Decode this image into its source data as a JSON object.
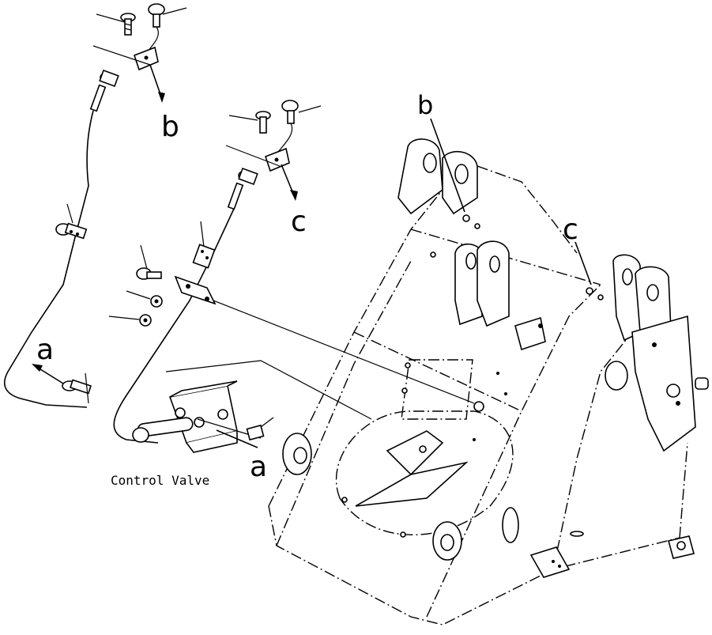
{
  "labels": {
    "point_b_upper": "b",
    "point_c_upper": "c",
    "point_a_left": "a",
    "point_a_valve": "a",
    "point_b_frame": "b",
    "point_c_frame": "c",
    "control_valve": "Control Valve"
  }
}
